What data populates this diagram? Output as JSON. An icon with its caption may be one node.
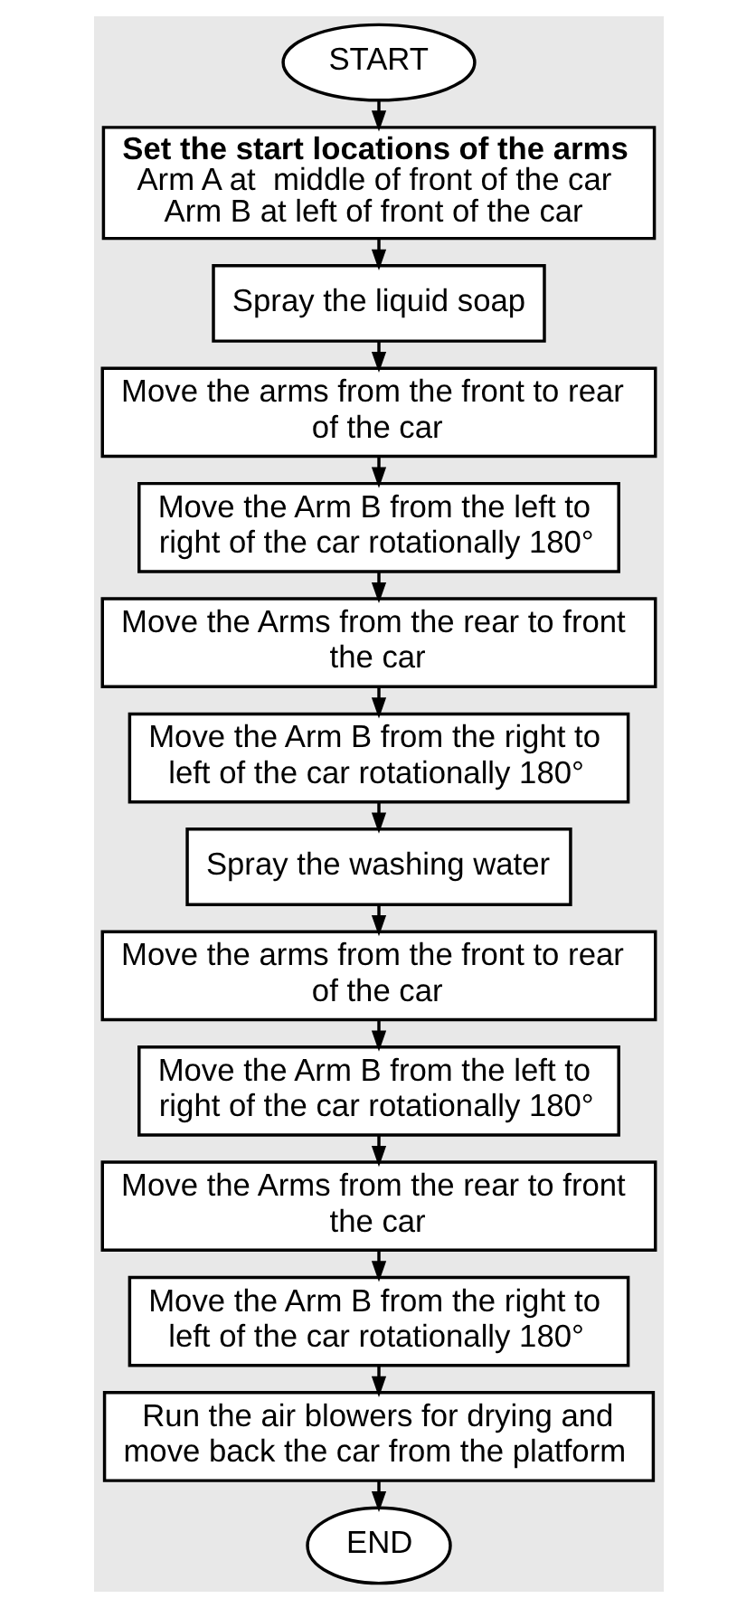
{
  "diagram": {
    "nodes": [
      {
        "text": [
          "START"
        ]
      },
      {
        "text": [
          "Set the start locations of the arms",
          "Arm A at  middle of front of the car",
          "Arm B at left of front of the car"
        ]
      },
      {
        "text": [
          "Spray the liquid soap"
        ]
      },
      {
        "text": [
          "Move the arms from the front to rear of the car"
        ]
      },
      {
        "text": [
          "Move the Arm B from the left to right of the car rotationally 180°"
        ]
      },
      {
        "text": [
          "Move the Arms from the rear to front the car"
        ]
      },
      {
        "text": [
          "Move the Arm B from the right to left of the car rotationally 180°"
        ]
      },
      {
        "text": [
          "Spray the washing water"
        ]
      },
      {
        "text": [
          "Move the arms from the front to rear of the car"
        ]
      },
      {
        "text": [
          "Move the Arm B from the left to right of the car rotationally 180°"
        ]
      },
      {
        "text": [
          "Move the Arms from the rear to front the car"
        ]
      },
      {
        "text": [
          "Move the Arm B from the right to left of the car rotationally 180°"
        ]
      },
      {
        "text": [
          "Run the air blowers for drying and move back the car from the platform"
        ]
      },
      {
        "text": [
          "END"
        ]
      }
    ],
    "edges": [
      {
        "from": 0,
        "to": 1,
        "arrow": "to"
      },
      {
        "from": 1,
        "to": 2,
        "arrow": "to"
      },
      {
        "from": 2,
        "to": 3,
        "arrow": "to"
      },
      {
        "from": 3,
        "to": 4,
        "arrow": "to"
      },
      {
        "from": 4,
        "to": 5,
        "arrow": "to"
      },
      {
        "from": 5,
        "to": 6,
        "arrow": "to"
      },
      {
        "from": 6,
        "to": 7,
        "arrow": "to"
      },
      {
        "from": 7,
        "to": 8,
        "arrow": "to"
      },
      {
        "from": 8,
        "to": 9,
        "arrow": "to"
      },
      {
        "from": 9,
        "to": 10,
        "arrow": "to"
      },
      {
        "from": 10,
        "to": 11,
        "arrow": "to"
      },
      {
        "from": 11,
        "to": 12,
        "arrow": "to"
      },
      {
        "from": 12,
        "to": 13,
        "arrow": "to"
      }
    ]
  }
}
